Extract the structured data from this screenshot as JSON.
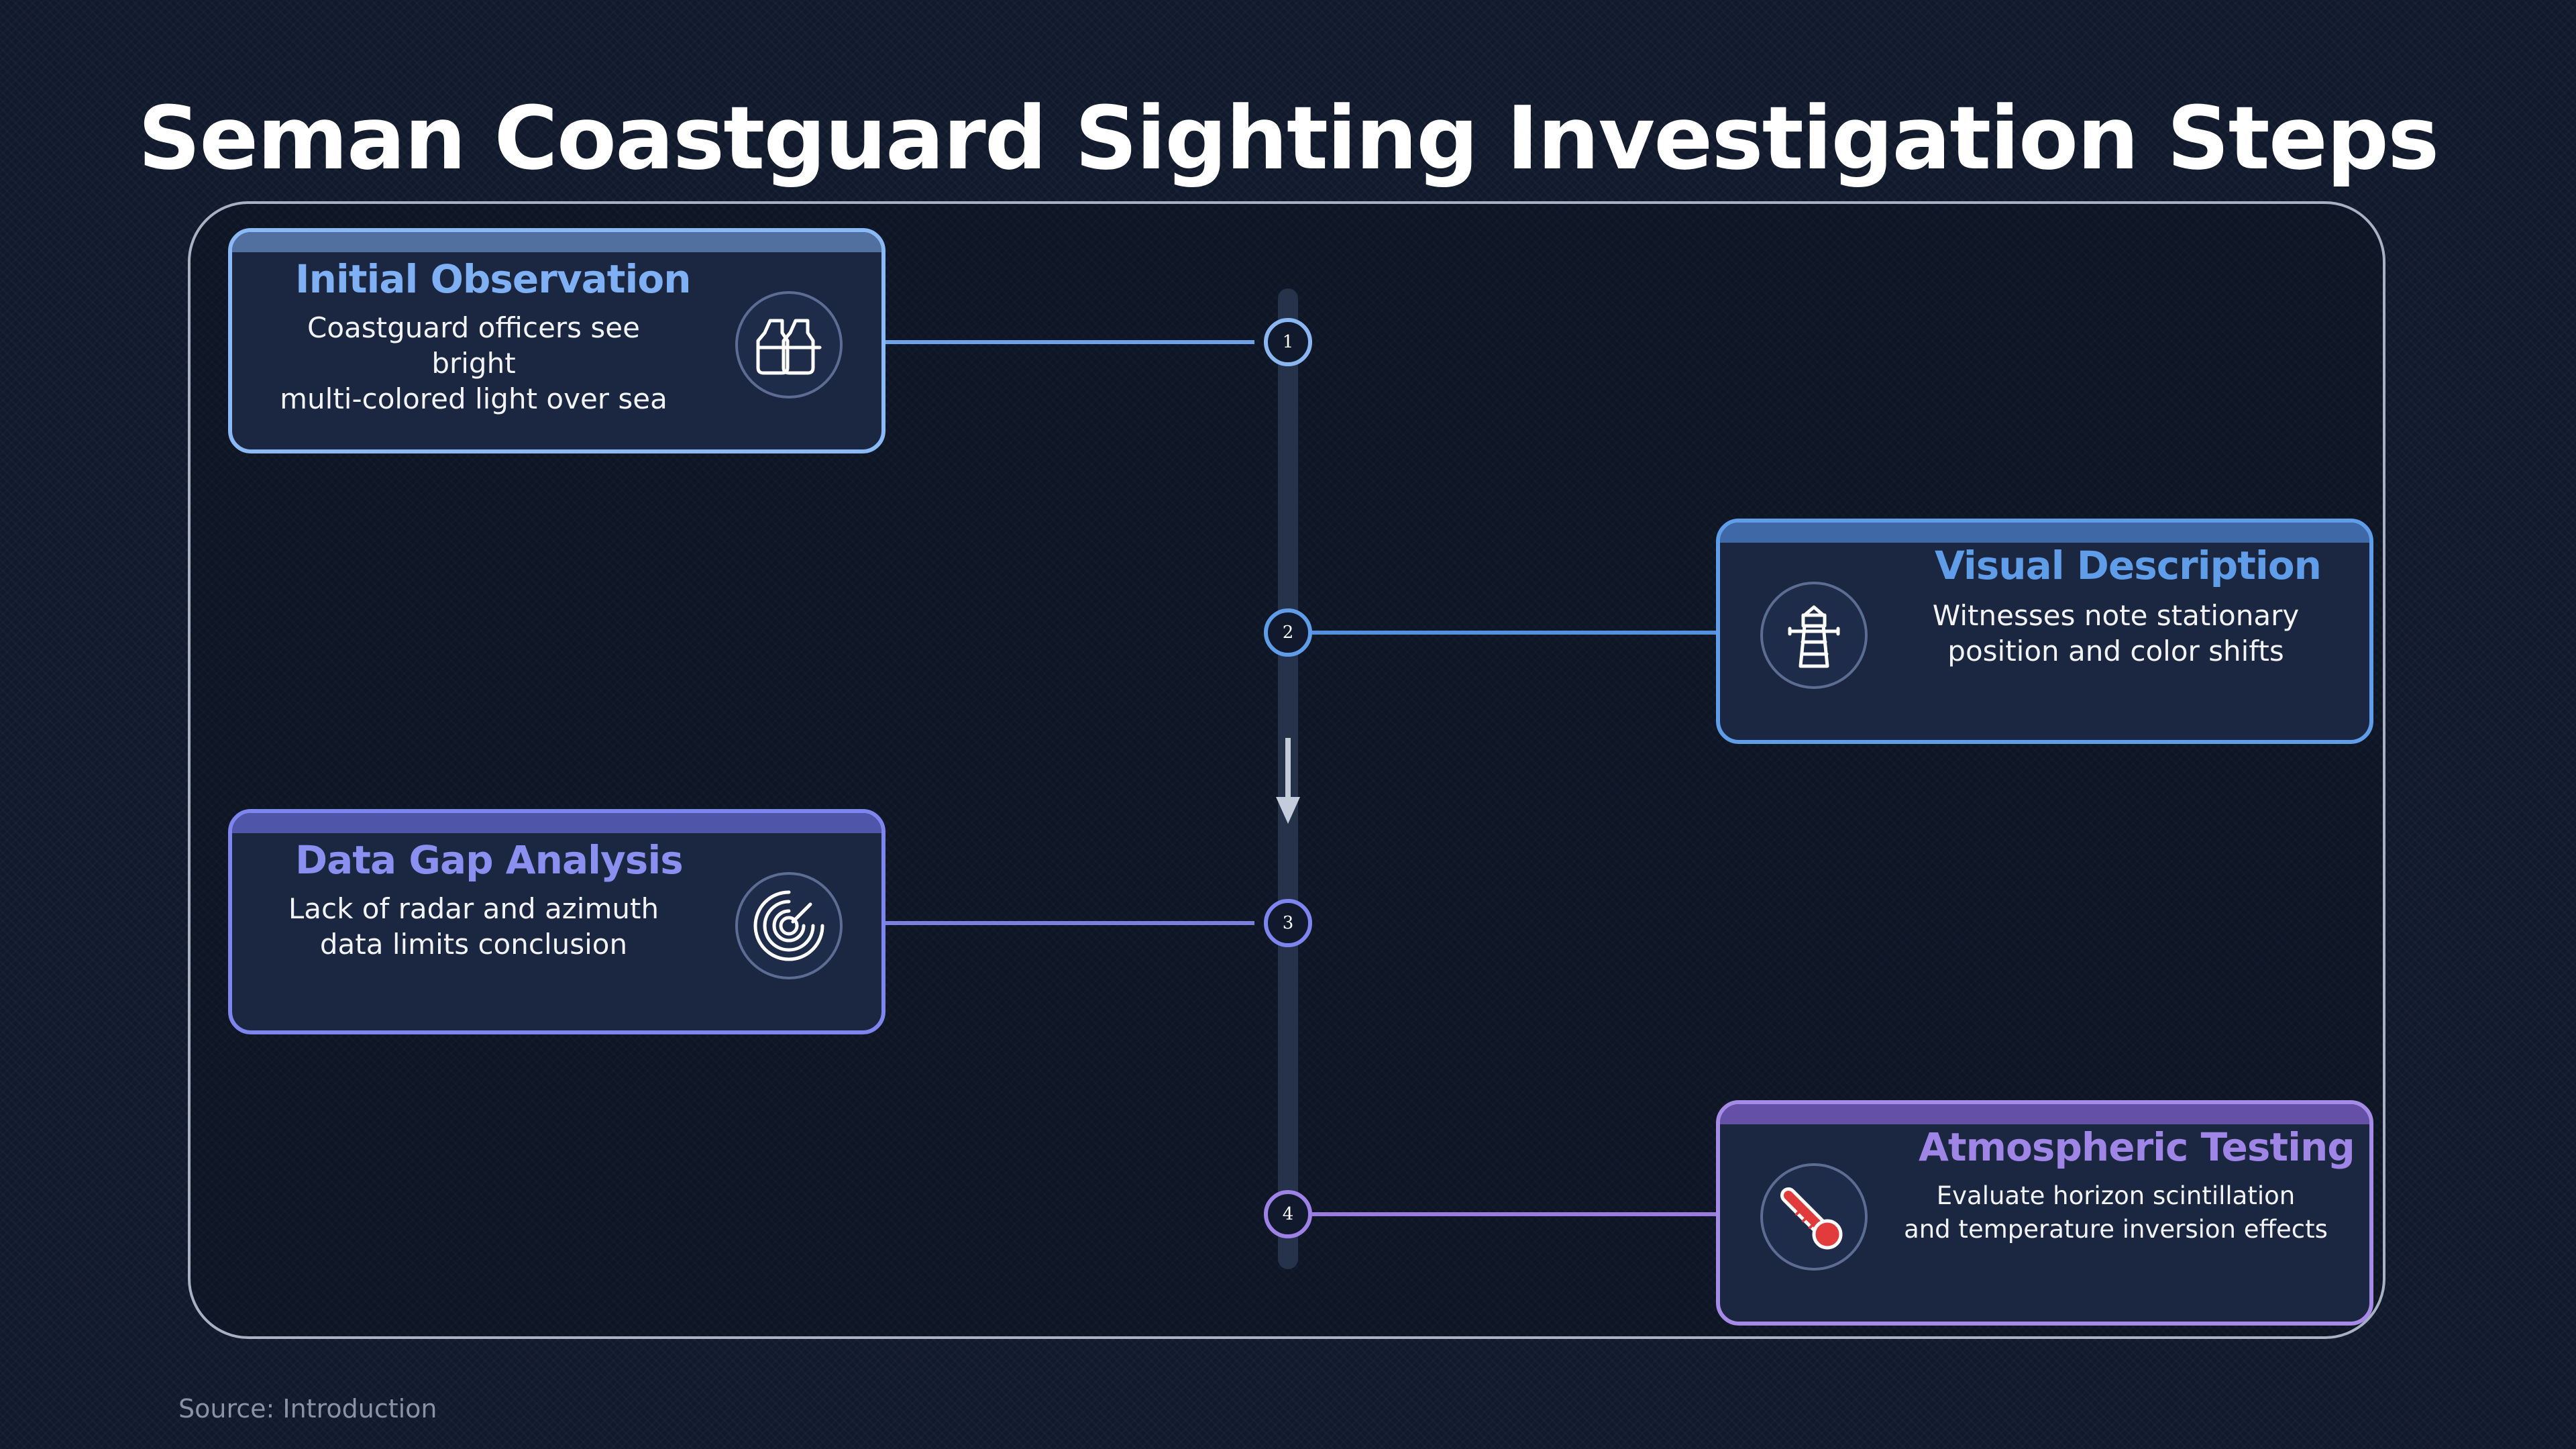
{
  "title": "Seman Coastguard Sighting Investigation Steps",
  "steps": [
    {
      "number": "1",
      "heading": "Initial Observation",
      "description_lines": [
        "Coastguard officers see bright",
        "multi-colored light over sea"
      ],
      "icon": "binoculars-icon",
      "color": "#7fb0f3"
    },
    {
      "number": "2",
      "heading": "Visual Description",
      "description_lines": [
        "Witnesses note stationary",
        "position and color shifts"
      ],
      "icon": "lighthouse-icon",
      "color": "#5f9de8"
    },
    {
      "number": "3",
      "heading": "Data Gap Analysis",
      "description_lines": [
        "Lack of radar and azimuth",
        "data limits conclusion"
      ],
      "icon": "radar-icon",
      "color": "#8a8ff0"
    },
    {
      "number": "4",
      "heading": "Atmospheric Testing",
      "description_lines": [
        "Evaluate horizon scintillation",
        "and temperature inversion effects"
      ],
      "icon": "thermometer-icon",
      "color": "#a98be6"
    }
  ],
  "source": "Source: Introduction",
  "colors": {
    "background": "#111a2c",
    "card": "#1b2740",
    "frame": "#a9b2c2",
    "spine": "#25324a"
  }
}
